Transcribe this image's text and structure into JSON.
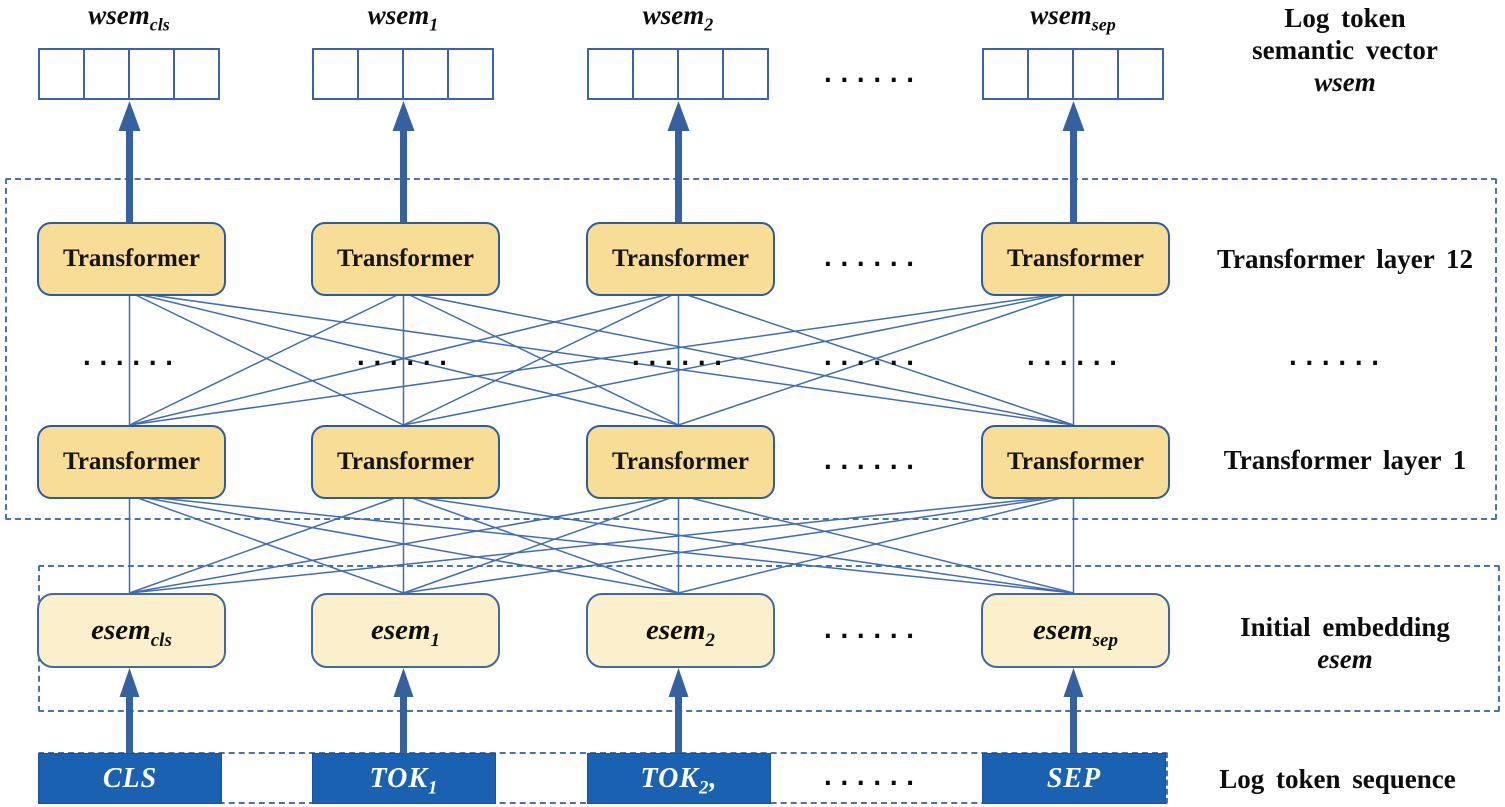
{
  "figure": {
    "type": "architecture-diagram",
    "description_labels": {
      "semantic_vector": {
        "line1": "Log token",
        "line2": "semantic vector",
        "math": "wsem"
      },
      "layer12": "Transformer layer 12",
      "layer1": "Transformer layer 1",
      "embedding": {
        "line1": "Initial  embedding",
        "math": "esem"
      },
      "token_sequence": "Log token sequence"
    },
    "transformer_box_label": "Transformer",
    "dots": "......",
    "columns": [
      {
        "wsem": {
          "base": "wsem",
          "sub": "cls"
        },
        "esem": {
          "base": "esem",
          "sub": "cls"
        },
        "token": {
          "base": "CLS",
          "sub": "",
          "suffix": ""
        }
      },
      {
        "wsem": {
          "base": "wsem",
          "sub": "1"
        },
        "esem": {
          "base": "esem",
          "sub": "1"
        },
        "token": {
          "base": "TOK",
          "sub": "1",
          "suffix": ""
        }
      },
      {
        "wsem": {
          "base": "wsem",
          "sub": "2"
        },
        "esem": {
          "base": "esem",
          "sub": "2"
        },
        "token": {
          "base": "TOK",
          "sub": "2",
          "suffix": ","
        }
      },
      {
        "wsem": {
          "base": "wsem",
          "sub": "sep"
        },
        "esem": {
          "base": "esem",
          "sub": "sep"
        },
        "token": {
          "base": "SEP",
          "sub": "",
          "suffix": ""
        }
      }
    ],
    "colors": {
      "transformer_box_fill": "#f7dd96",
      "embedding_box_fill": "#fbf0cb",
      "token_box_fill": "#1a61b2",
      "line_blue": "#3f6cb5",
      "arrow_blue": "#35619f",
      "dash_blue": "#4a72b0",
      "vector_cell_border": "#3c63a8"
    }
  }
}
